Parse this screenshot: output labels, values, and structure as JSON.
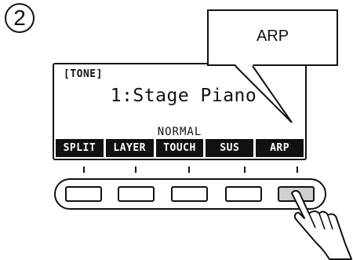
{
  "step": {
    "number": "2"
  },
  "callout": {
    "text": "ARP"
  },
  "display": {
    "mode_label": "[TONE]",
    "tone": "1:Stage Piano",
    "touch_status": "NORMAL",
    "soft_labels": [
      "SPLIT",
      "LAYER",
      "TOUCH",
      "SUS",
      "ARP"
    ]
  },
  "buttons": {
    "pressed_index": 4,
    "pressed_color": "#d0d0d0"
  }
}
